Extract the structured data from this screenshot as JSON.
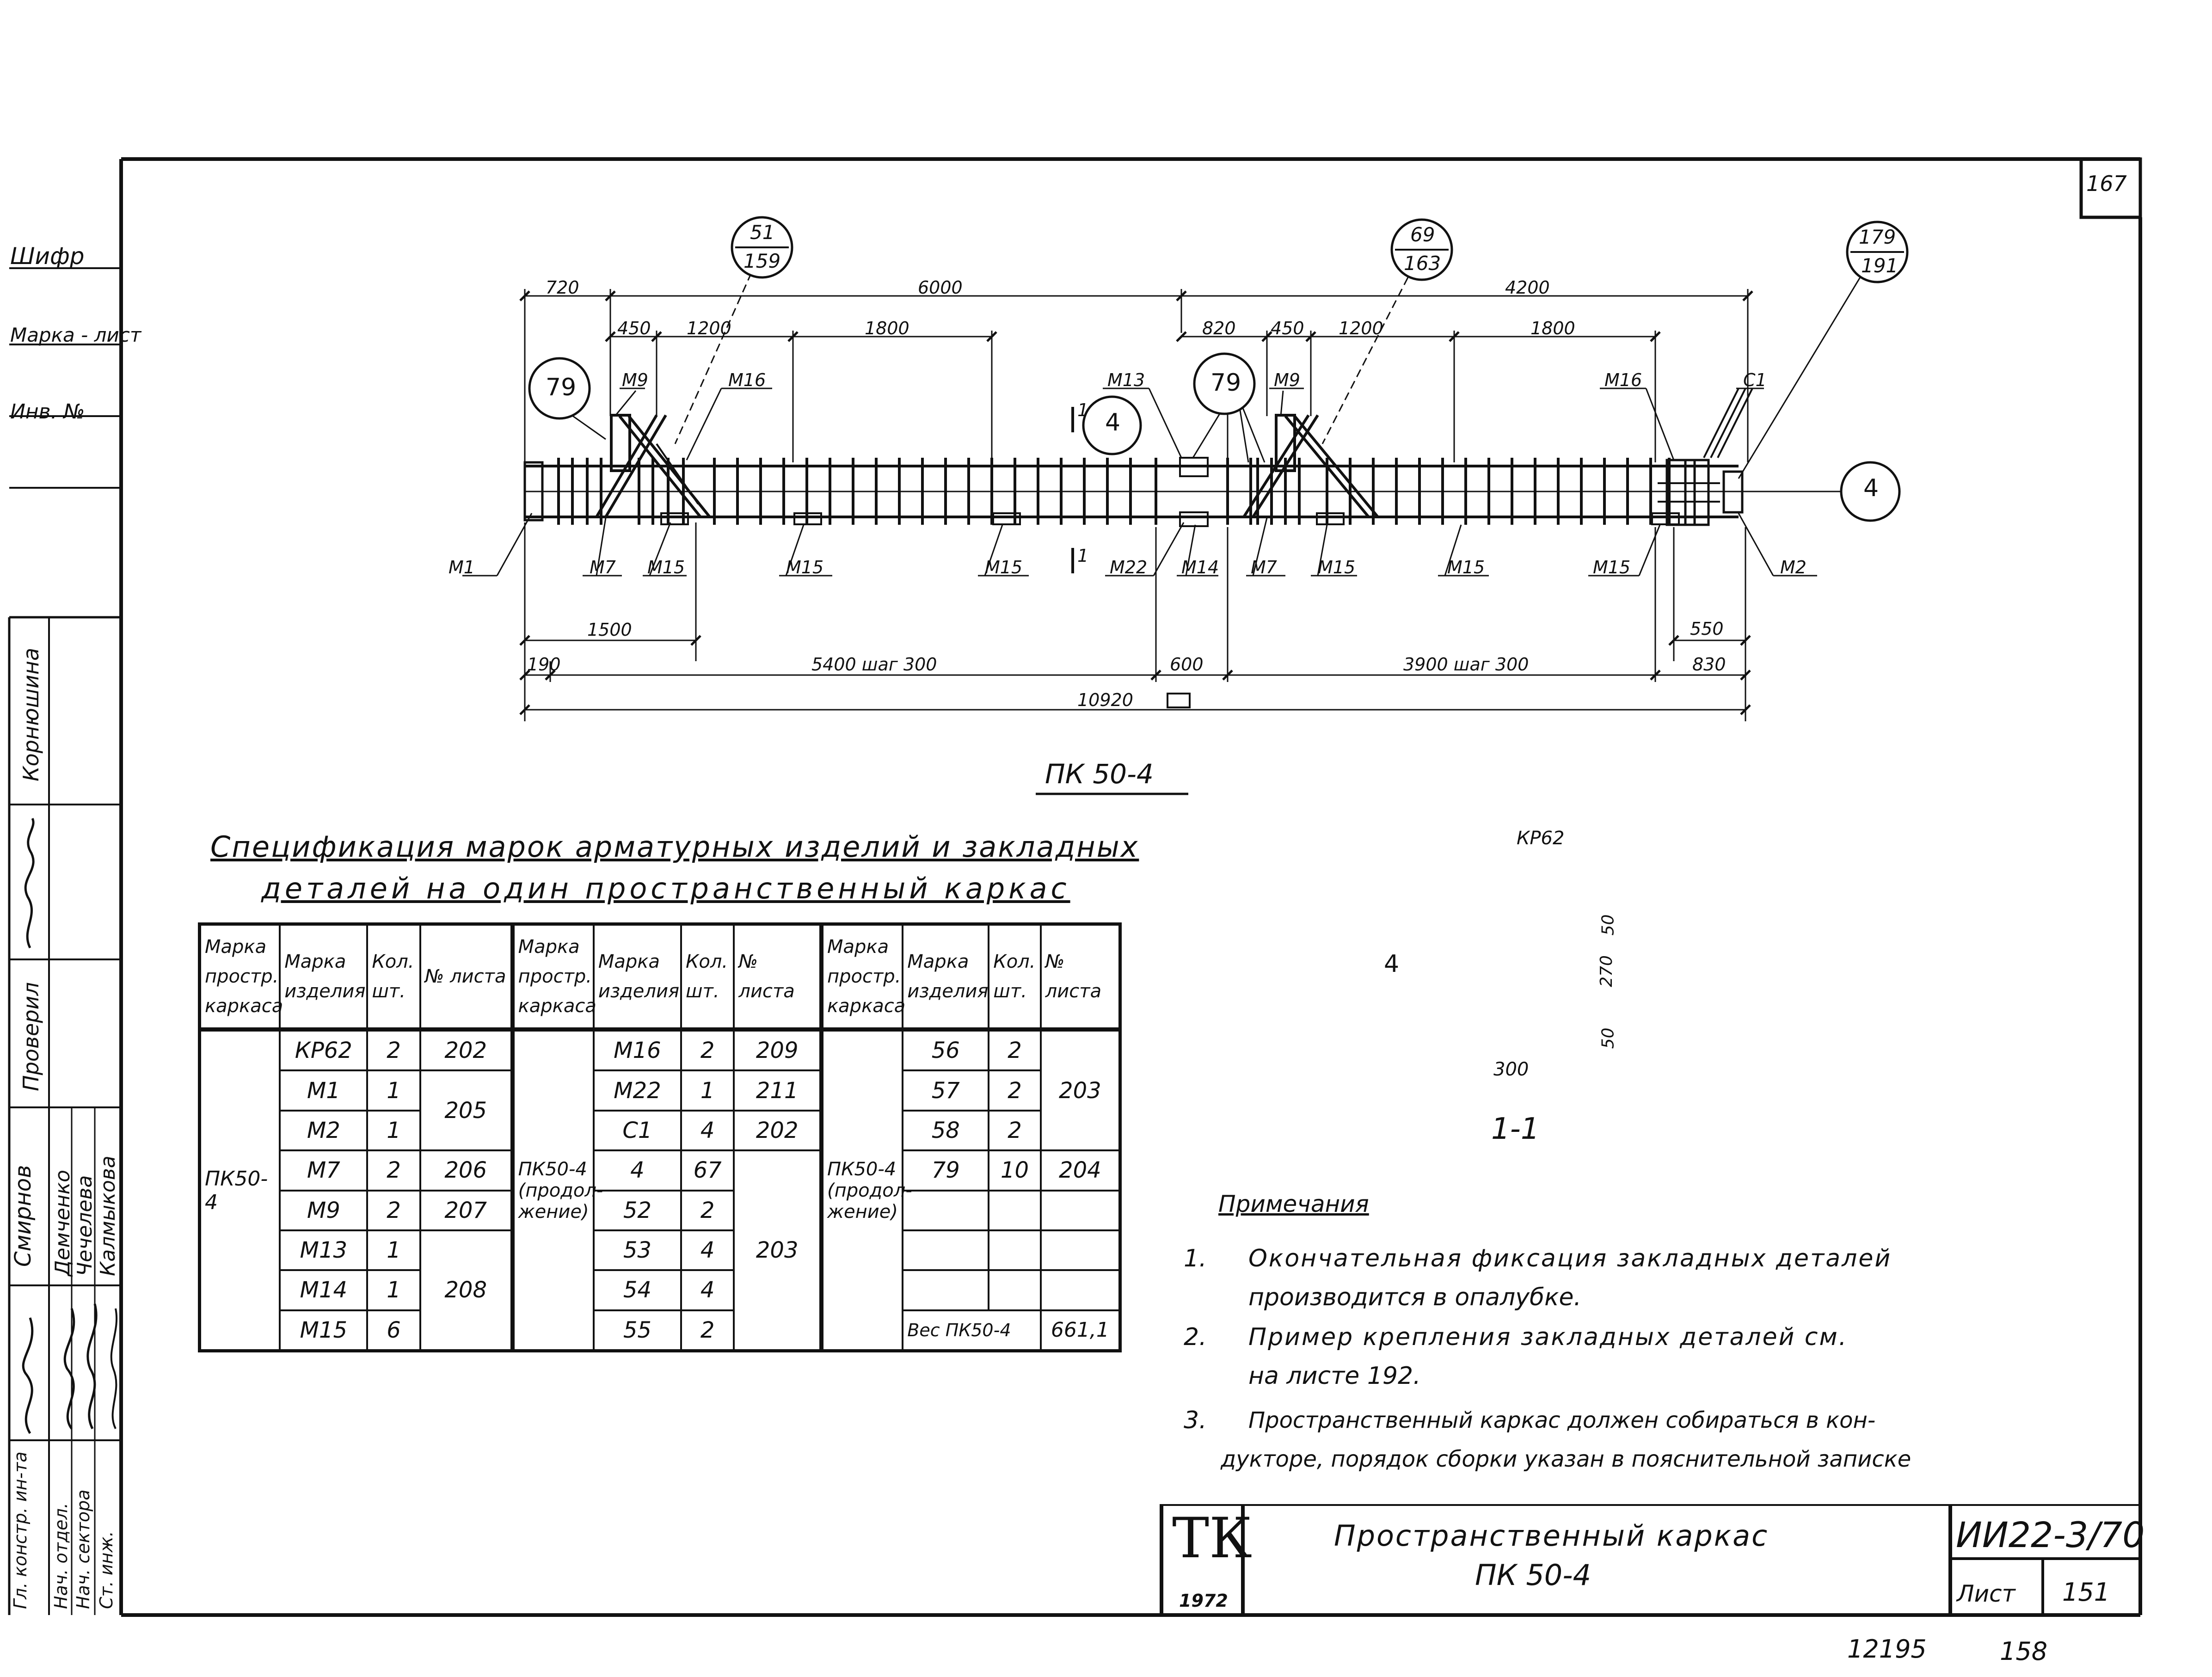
{
  "sheet_number_top": "167",
  "left_strip": {
    "labels_top": [
      "Шифр",
      "Марка - лист",
      "Инв. №"
    ],
    "roles": [
      "Гл. констр. ин-та",
      "Нач. отдел.",
      "Нач. сектора",
      "Ст. инж."
    ],
    "names": [
      "Смирнов",
      "Демченко",
      "Чечелева",
      "Калмыкова"
    ],
    "checked_label": "Проверил",
    "checked_name": "Корнюшина"
  },
  "drawing": {
    "title": "ПК 50-4",
    "callouts": [
      {
        "top": "51",
        "bottom": "159"
      },
      {
        "top": "69",
        "bottom": "163"
      },
      {
        "top": "179",
        "bottom": "191"
      }
    ],
    "bubble_79": "79",
    "bubble_4": "4",
    "section_mark": "1",
    "top_dims": {
      "d720": "720",
      "d6000": "6000",
      "d4200": "4200",
      "d450a": "450",
      "d1200a": "1200",
      "d1800a": "1800",
      "d820": "820",
      "d450b": "450",
      "d1200b": "1200",
      "d1800b": "1800"
    },
    "bottom_dims": {
      "d1500": "1500",
      "d550": "550",
      "d190": "190",
      "d5400": "5400 шаг 300",
      "d600": "600",
      "d3900": "3900 шаг 300",
      "d830": "830",
      "d10920": "10920"
    },
    "labels": {
      "m9": "М9",
      "m16": "М16",
      "m13": "М13",
      "m9b": "М9",
      "m16b": "М16",
      "c1": "С1",
      "m1": "М1",
      "m7": "М7",
      "m15": "М15",
      "m22": "М22",
      "m14": "М14",
      "m2": "М2"
    },
    "section": {
      "title": "1-1",
      "kp": "КР62",
      "dim50a": "50",
      "dim270": "270",
      "dim50b": "50",
      "dim300": "300",
      "bubble": "4"
    }
  },
  "spec": {
    "title_line1": "Спецификация марок арматурных изделий и закладных",
    "title_line2": "деталей на один пространственный каркас",
    "headers": [
      "Марка простр. каркаса",
      "Марка изделия",
      "Кол. шт.",
      "№ листа"
    ],
    "group1_name": "ПК50-4",
    "group2_name": "ПК50-4 (продол- жение)",
    "group3_name": "ПК50-4 (продол- жение)",
    "g1": [
      {
        "mark": "КР62",
        "qty": "2"
      },
      {
        "mark": "М1",
        "qty": "1"
      },
      {
        "mark": "М2",
        "qty": "1"
      },
      {
        "mark": "М7",
        "qty": "2"
      },
      {
        "mark": "М9",
        "qty": "2"
      },
      {
        "mark": "М13",
        "qty": "1"
      },
      {
        "mark": "М14",
        "qty": "1"
      },
      {
        "mark": "М15",
        "qty": "6"
      }
    ],
    "g1_sheets": [
      "202",
      "205",
      "206",
      "207",
      "208"
    ],
    "g2": [
      {
        "mark": "М16",
        "qty": "2",
        "sheet": "209"
      },
      {
        "mark": "М22",
        "qty": "1",
        "sheet": "211"
      },
      {
        "mark": "С1",
        "qty": "4",
        "sheet": "202"
      },
      {
        "mark": "4",
        "qty": "67"
      },
      {
        "mark": "52",
        "qty": "2"
      },
      {
        "mark": "53",
        "qty": "4"
      },
      {
        "mark": "54",
        "qty": "4"
      },
      {
        "mark": "55",
        "qty": "2"
      }
    ],
    "g2_sheet_merged": "203",
    "g3": [
      {
        "mark": "56",
        "qty": "2"
      },
      {
        "mark": "57",
        "qty": "2"
      },
      {
        "mark": "58",
        "qty": "2"
      },
      {
        "mark": "79",
        "qty": "10",
        "sheet": "204"
      }
    ],
    "g3_sheet_merged": "203",
    "weight_label": "Вес ПК50-4",
    "weight_value": "661,1"
  },
  "notes": {
    "title": "Примечания",
    "items": [
      {
        "num": "1.",
        "line1": "Окончательная фиксация закладных деталей",
        "line2": "производится в опалубке."
      },
      {
        "num": "2.",
        "line1": "Пример крепления закладных деталей см.",
        "line2": "на листе 192."
      },
      {
        "num": "3.",
        "line1": "Пространственный каркас должен собираться в кон-",
        "line2": "дукторе, порядок сборки указан в пояснительной записке"
      }
    ]
  },
  "title_block": {
    "logo": "ТК",
    "year": "1972",
    "title_line1": "Пространственный каркас",
    "title_line2": "ПК 50-4",
    "doc_code": "ИИ22-3/70",
    "sheet_label": "Лист",
    "sheet_value": "151"
  },
  "footer": {
    "left": "12195",
    "right": "158"
  }
}
